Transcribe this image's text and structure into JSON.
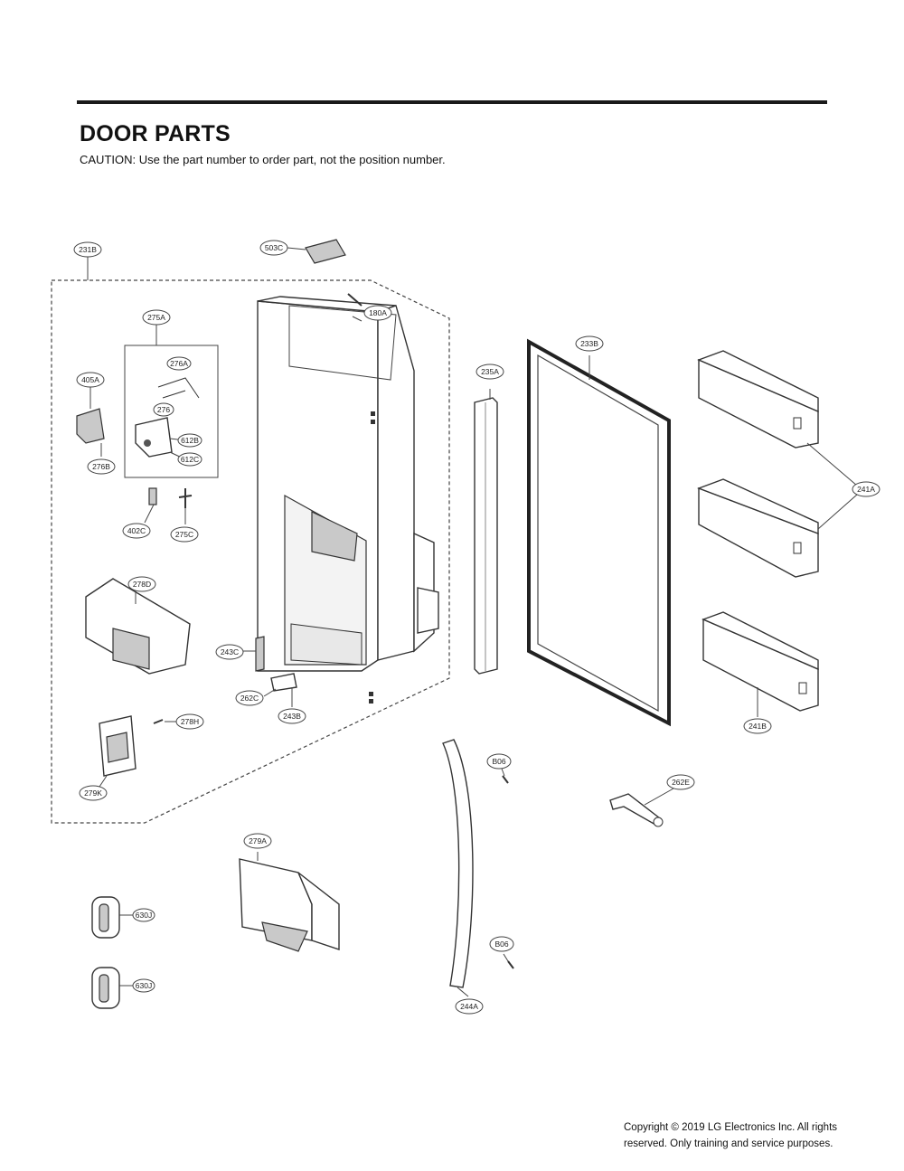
{
  "header": {
    "title": "DOOR PARTS",
    "caution": "CAUTION: Use the part number to order part, not the position number."
  },
  "footer": {
    "copyright_line1": "Copyright © 2019  LG Electronics Inc. All rights",
    "copyright_line2": "reserved. Only training and service purposes."
  },
  "labels": {
    "l231B": "231B",
    "l503C": "503C",
    "l180A": "180A",
    "l275A": "275A",
    "l276A": "276A",
    "l276": "276",
    "l405A": "405A",
    "l612B": "612B",
    "l612C": "612C",
    "l276B": "276B",
    "l402C": "402C",
    "l275C": "275C",
    "l278D": "278D",
    "l243C": "243C",
    "l262C": "262C",
    "l243B": "243B",
    "l278H": "278H",
    "l279K": "279K",
    "l235A": "235A",
    "l233B": "233B",
    "l241A": "241A",
    "l241B": "241B",
    "lB06a": "B06",
    "l262E": "262E",
    "l279A": "279A",
    "l630Ja": "630J",
    "l630Jb": "630J",
    "lB06b": "B06",
    "l244A": "244A"
  }
}
